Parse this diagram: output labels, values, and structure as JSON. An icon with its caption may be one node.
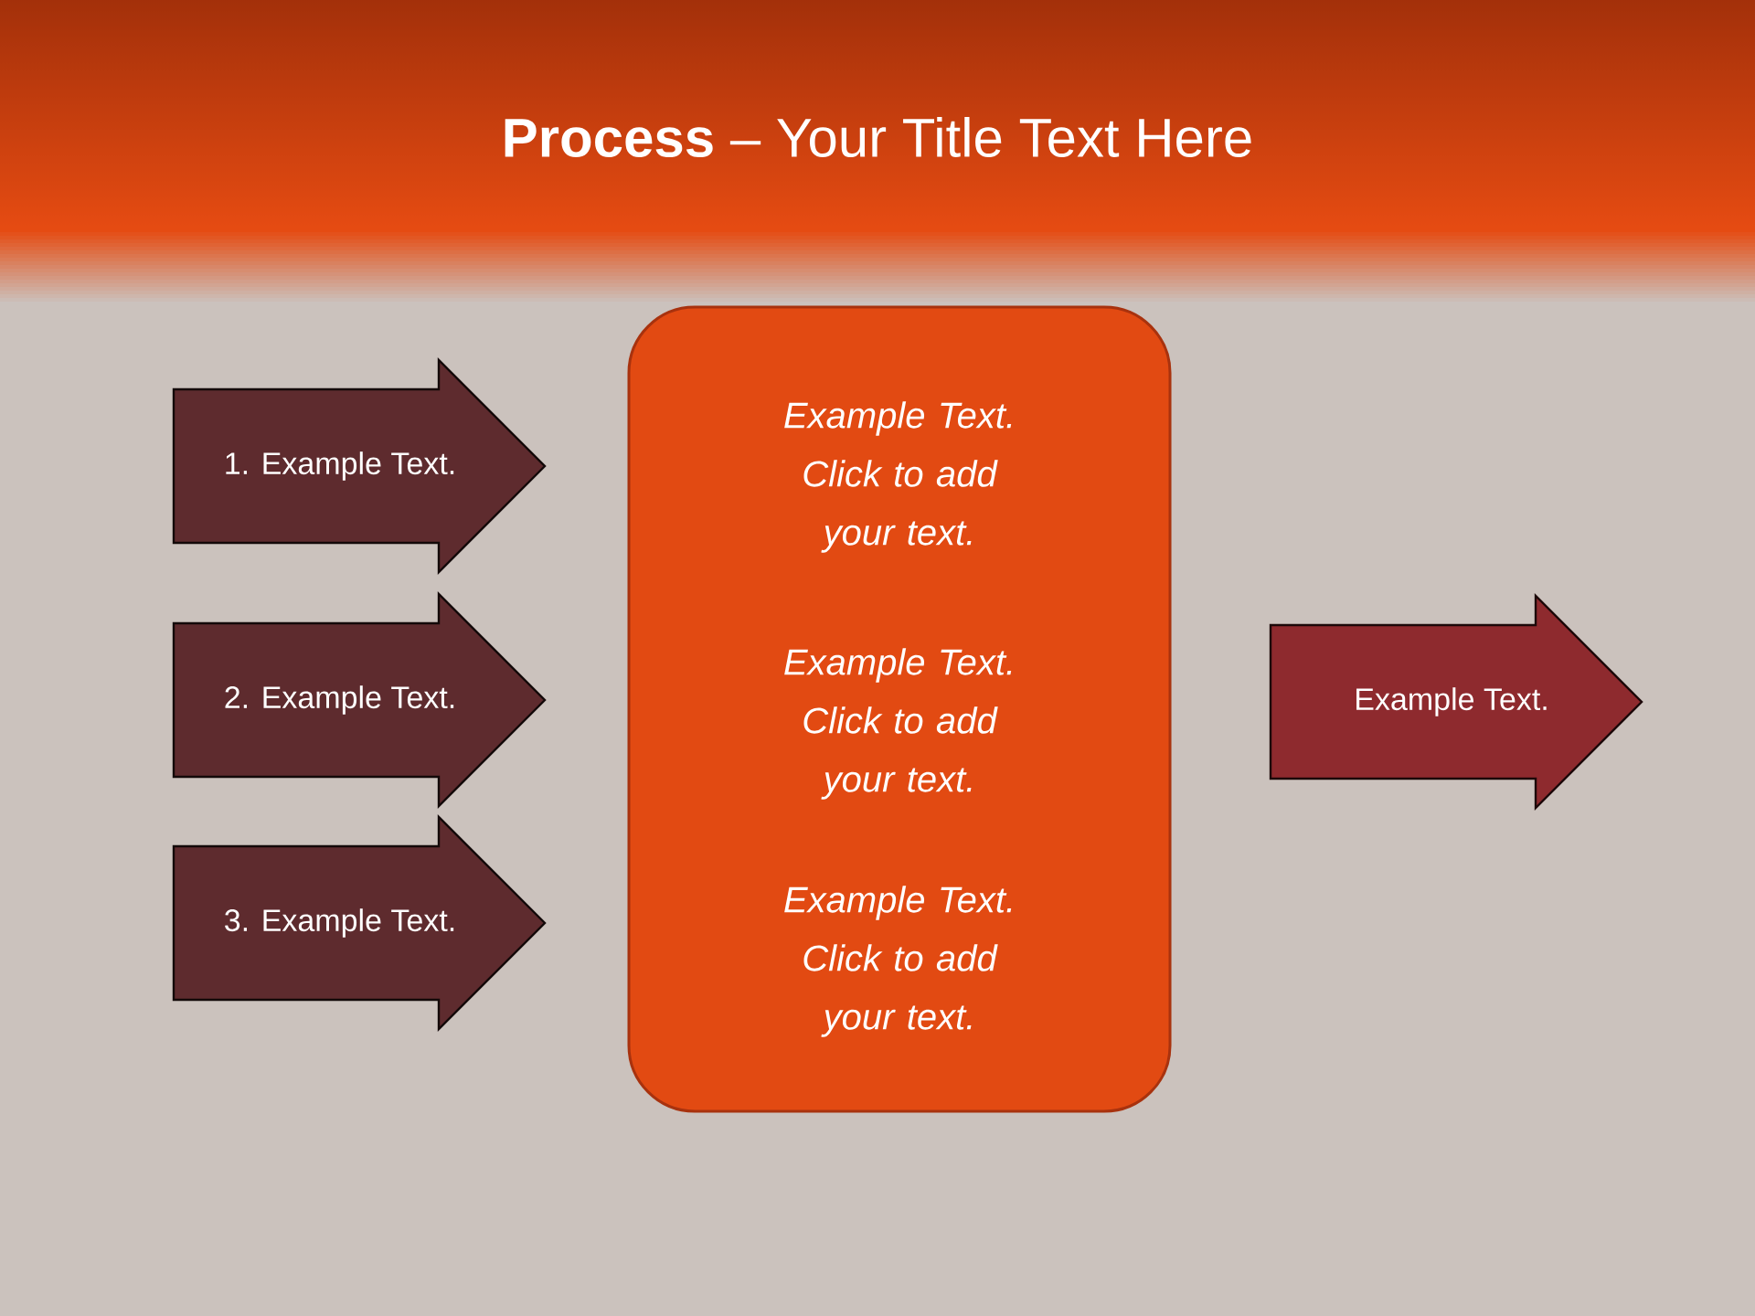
{
  "diagram": {
    "title": "**Process** – Your Title Text Here",
    "nodes": [
      {
        "text": [
          "1. Example Text."
        ]
      },
      {
        "text": [
          "2. Example Text."
        ]
      },
      {
        "text": [
          "3. Example Text."
        ]
      },
      {
        "text": [
          "Example Text. Click to add your text.",
          "Example Text. Click to add your text.",
          "Example Text. Click to add your text."
        ]
      },
      {
        "text": [
          "Example Text."
        ]
      }
    ]
  }
}
